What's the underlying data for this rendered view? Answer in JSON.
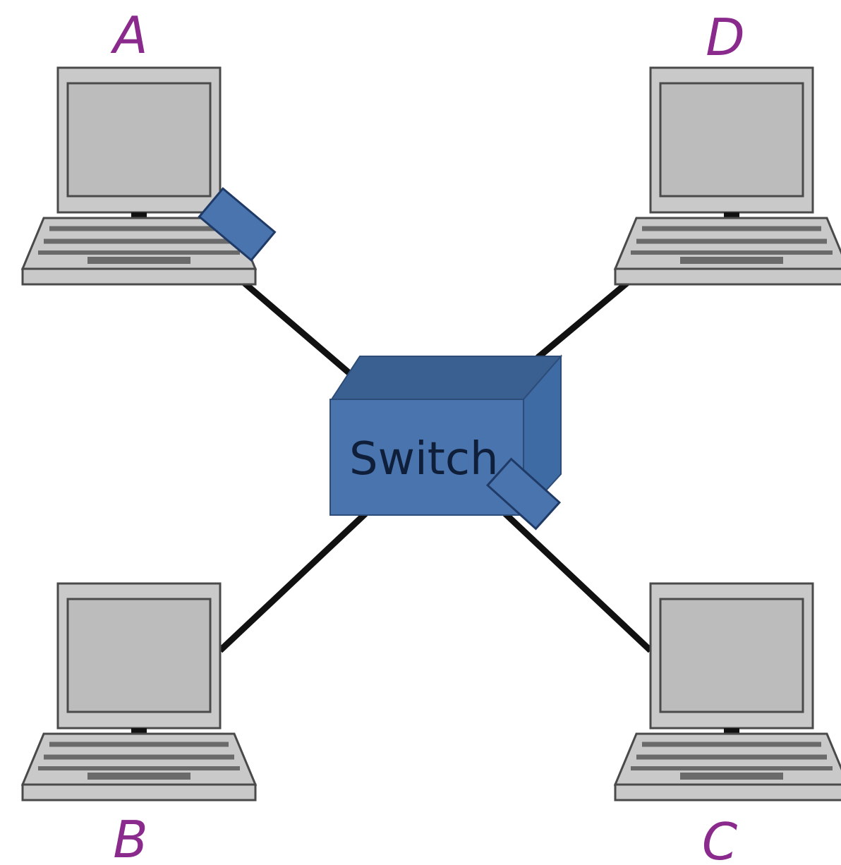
{
  "diagram": {
    "switch": {
      "label": "Switch",
      "front_color": "#4a74ad",
      "top_color": "#3a5f91",
      "side_color": "#3e6ba4",
      "text_color": "#0f1f3a"
    },
    "nodes": {
      "a": {
        "label": "A"
      },
      "b": {
        "label": "B"
      },
      "c": {
        "label": "C"
      },
      "d": {
        "label": "D"
      }
    },
    "colors": {
      "label": "#8a2a8c",
      "link": "#111111",
      "laptop_body": "#c9c9c9",
      "laptop_outline": "#4a4a4a",
      "laptop_screen": "#bcbcbc",
      "laptop_keys": "#6a6a6a",
      "packet": "#4a74ad",
      "packet_outline": "#1f3a66"
    }
  }
}
